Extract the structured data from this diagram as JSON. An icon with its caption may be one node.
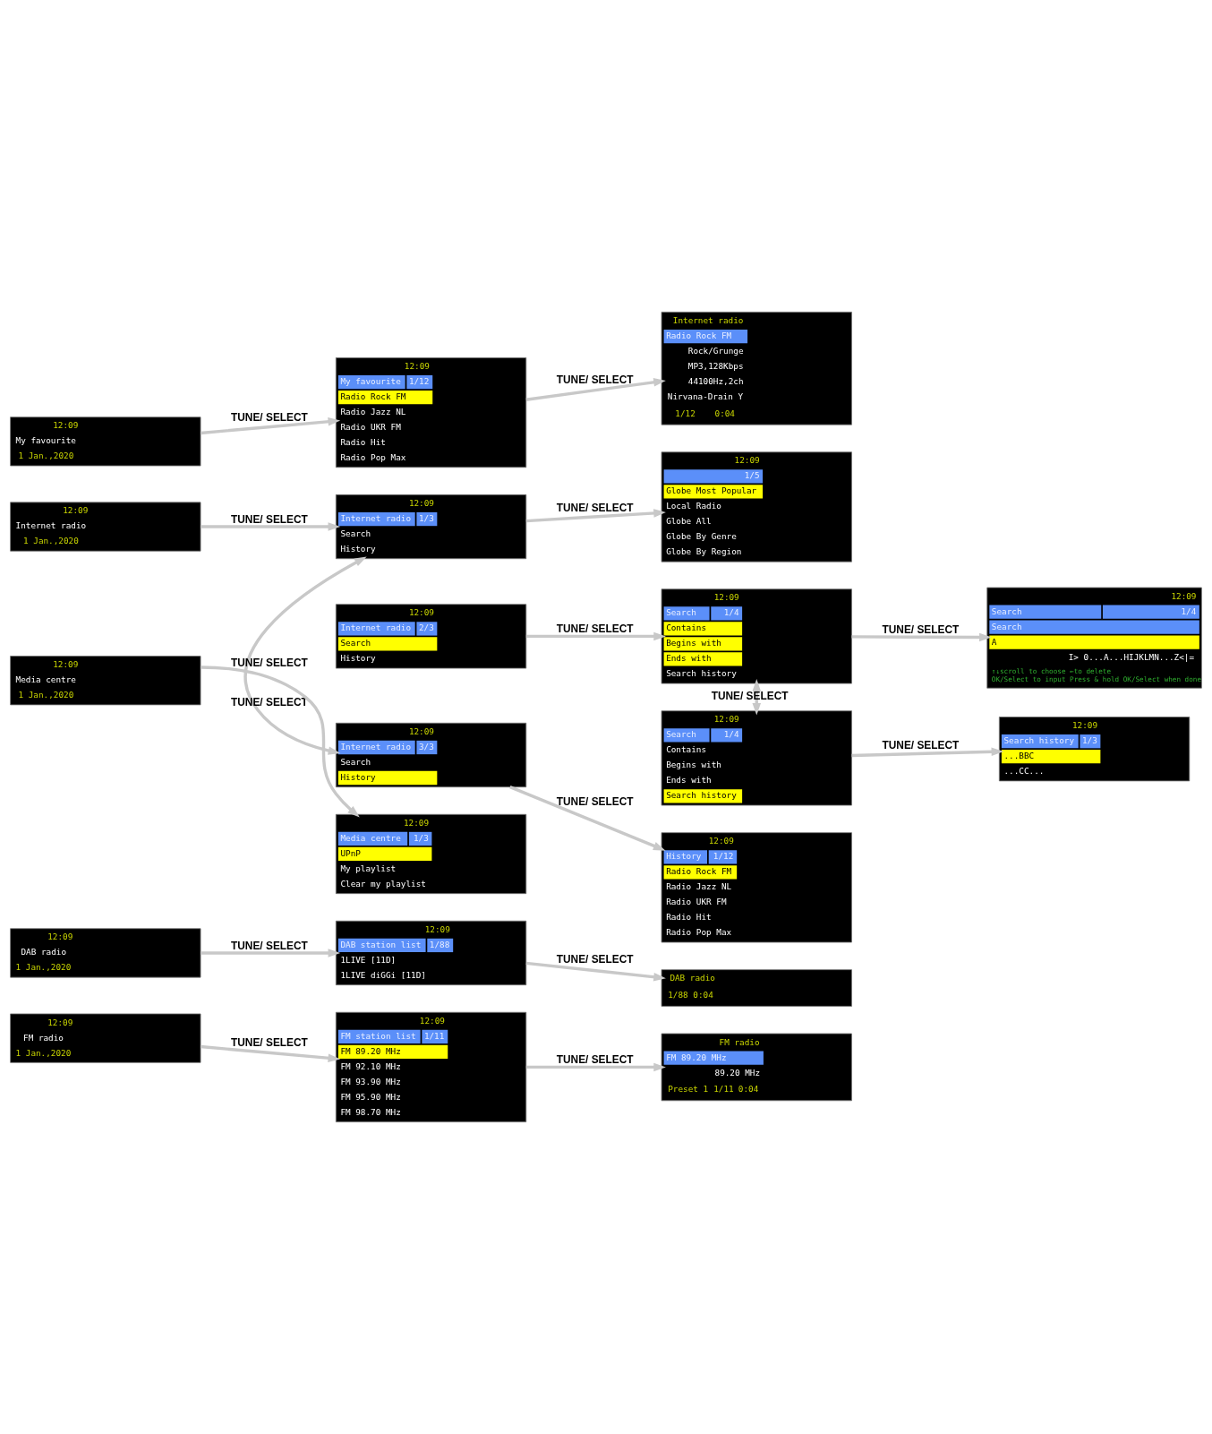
{
  "diagram": {
    "nodes": [
      {
        "text": [
          "12:09",
          "My favourite",
          "1 Jan.,2020"
        ]
      },
      {
        "text": [
          "12:09",
          "My favourite",
          "1/12",
          "Radio Rock FM",
          "Radio Jazz NL",
          "Radio UKR FM",
          "Radio Hit",
          "Radio Pop Max"
        ]
      },
      {
        "text": [
          "Internet radio",
          "Radio Rock FM",
          "Rock/Grunge",
          "MP3,128Kbps",
          "44100Hz,2ch",
          "Nirvana-Drain Y",
          "1/12",
          "0:04"
        ]
      },
      {
        "text": [
          "12:09",
          "Internet radio",
          "1 Jan.,2020"
        ]
      },
      {
        "text": [
          "12:09",
          "Internet radio",
          "1/3",
          "Search",
          "History"
        ]
      },
      {
        "text": [
          "12:09",
          "1/5",
          "Globe Most Popular",
          "Local Radio",
          "Globe All",
          "Globe By Genre",
          "Globe By Region"
        ]
      },
      {
        "text": [
          "12:09",
          "Internet radio",
          "2/3",
          "Search",
          "History"
        ]
      },
      {
        "text": [
          "12:09",
          "Search",
          "1/4",
          "Contains",
          "Begins with",
          "Ends with",
          "Search history"
        ]
      },
      {
        "text": [
          "12:09",
          "Search",
          "1/4",
          "Search",
          "A",
          "I> 0...A...HIJKLMN...Z<|=",
          "↑↓scroll to choose ←to delete OK/Select to input Press & hold OK/Select when done"
        ]
      },
      {
        "text": [
          "12:09",
          "Search",
          "1/4",
          "Contains",
          "Begins with",
          "Ends with",
          "Search history"
        ]
      },
      {
        "text": [
          "12:09",
          "Search history",
          "1/3",
          "...BBC",
          "...CC..."
        ]
      },
      {
        "text": [
          "12:09",
          "Internet radio",
          "3/3",
          "Search",
          "History"
        ]
      },
      {
        "text": [
          "12:09",
          "History",
          "1/12",
          "Radio Rock FM",
          "Radio Jazz NL",
          "Radio UKR FM",
          "Radio Hit",
          "Radio Pop Max"
        ]
      },
      {
        "text": [
          "12:09",
          "Media centre",
          "1 Jan.,2020"
        ]
      },
      {
        "text": [
          "12:09",
          "Media centre",
          "1/3",
          "UPnP",
          "My playlist",
          "Clear my playlist"
        ]
      },
      {
        "text": [
          "12:09",
          "DAB radio",
          "1 Jan.,2020"
        ]
      },
      {
        "text": [
          "12:09",
          "DAB station list",
          "1/88",
          "1LIVE [11D]",
          "1LIVE diGGi [11D]"
        ]
      },
      {
        "text": [
          "DAB radio",
          "1/88",
          "0:04"
        ]
      },
      {
        "text": [
          "12:09",
          "FM radio",
          "1 Jan.,2020"
        ]
      },
      {
        "text": [
          "12:09",
          "FM station list",
          "1/11",
          "FM 89.20 MHz",
          "FM 92.10 MHz",
          "FM 93.90 MHz",
          "FM 95.90 MHz",
          "FM 98.70 MHz"
        ]
      },
      {
        "text": [
          "FM radio",
          "FM 89.20 MHz",
          "89.20 MHz",
          "Preset 1",
          "1/11",
          "0:04"
        ]
      }
    ],
    "edges": [
      {
        "from": 0,
        "to": 1,
        "arrow": "to",
        "label": "TUNE/ SELECT"
      },
      {
        "from": 1,
        "to": 2,
        "arrow": "to",
        "label": "TUNE/ SELECT"
      },
      {
        "from": 3,
        "to": 4,
        "arrow": "to",
        "label": "TUNE/ SELECT"
      },
      {
        "from": 4,
        "to": 5,
        "arrow": "to",
        "label": "TUNE/ SELECT"
      },
      {
        "from": 6,
        "to": 7,
        "arrow": "to",
        "label": "TUNE/ SELECT"
      },
      {
        "from": 7,
        "to": 8,
        "arrow": "to",
        "label": "TUNE/ SELECT"
      },
      {
        "from": 9,
        "to": 10,
        "arrow": "to",
        "label": "TUNE/ SELECT"
      },
      {
        "from": 11,
        "to": 12,
        "arrow": "to",
        "label": "TUNE/ SELECT"
      },
      {
        "from": 4,
        "to": 11,
        "arrow": "both",
        "label": "TUNE/ SELECT"
      },
      {
        "from": 7,
        "to": 9,
        "arrow": "both",
        "label": "TUNE/ SELECT"
      },
      {
        "from": 13,
        "to": 14,
        "arrow": "to",
        "label": "TUNE/ SELECT"
      },
      {
        "from": 15,
        "to": 16,
        "arrow": "to",
        "label": "TUNE/ SELECT"
      },
      {
        "from": 16,
        "to": 17,
        "arrow": "to",
        "label": "TUNE/ SELECT"
      },
      {
        "from": 18,
        "to": 19,
        "arrow": "to",
        "label": "TUNE/ SELECT"
      },
      {
        "from": 19,
        "to": 20,
        "arrow": "to",
        "label": "TUNE/ SELECT"
      }
    ]
  }
}
